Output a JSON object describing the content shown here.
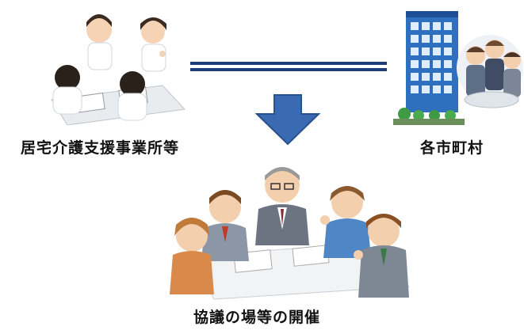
{
  "labels": {
    "left": "居宅介護支援事業所等",
    "right": "各市町村",
    "bottom": "協議の場等の開催"
  },
  "colors": {
    "connector_line": "#1f3f7a",
    "arrow_fill": "#3a6ab2",
    "arrow_stroke": "#29508f",
    "building": "#2f6fc0"
  },
  "icons": {
    "left": "care-staff-meeting-illustration",
    "right": "city-hall-building-illustration",
    "connector": "double-line-connector",
    "arrow": "down-arrow-icon",
    "bottom": "conference-meeting-illustration"
  }
}
